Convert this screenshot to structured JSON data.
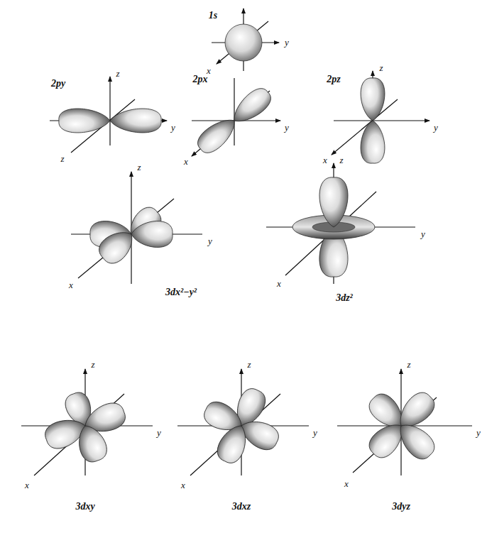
{
  "diagram": {
    "labels": [
      "1s",
      "y",
      "x",
      "2py",
      "z",
      "y",
      "z",
      "2px",
      "y",
      "x",
      "2pz",
      "z",
      "y",
      "x",
      "z",
      "x",
      "y",
      "3dx²−y²",
      "z",
      "y",
      "x",
      "3dz²",
      "z",
      "y",
      "x",
      "3dxy",
      "z",
      "y",
      "x",
      "3dxz",
      "z",
      "y",
      "x",
      "3dyz"
    ]
  }
}
